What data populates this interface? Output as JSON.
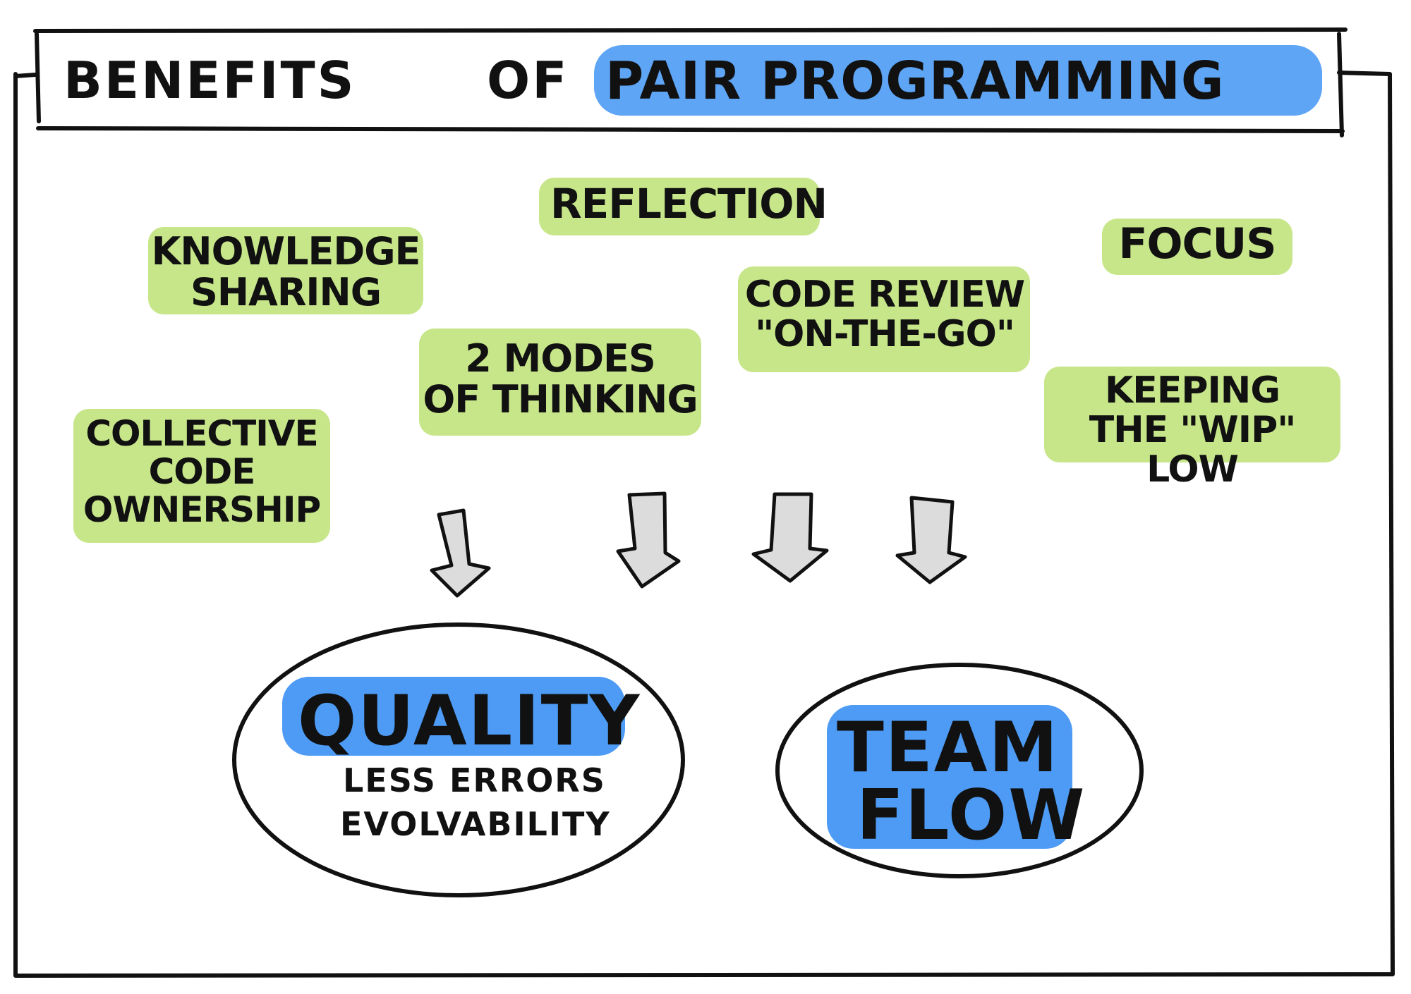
{
  "title": {
    "prefix": "BENEFITS",
    "of": "OF",
    "highlight": "PAIR PROGRAMMING"
  },
  "benefits": [
    {
      "id": "reflection",
      "text": "REFLECTION"
    },
    {
      "id": "knowledge-sharing",
      "text": "KNOWLEDGE\nSHARING"
    },
    {
      "id": "focus",
      "text": "FOCUS"
    },
    {
      "id": "code-review",
      "text": "CODE REVIEW\n\"ON-THE-GO\""
    },
    {
      "id": "two-modes",
      "text": "2 MODES\nOF THINKING"
    },
    {
      "id": "collective-ownership",
      "text": "COLLECTIVE\nCODE\nOWNERSHIP"
    },
    {
      "id": "keeping-wip-low",
      "text": "KEEPING\nTHE \"WIP\" LOW"
    }
  ],
  "outcomes": {
    "quality": {
      "title": "QUALITY",
      "line1": "LESS ERRORS",
      "line2": "EVOLVABILITY"
    },
    "team_flow": {
      "line1": "TEAM",
      "line2": "FLOW"
    }
  },
  "colors": {
    "green_highlight": "#c7e68a",
    "blue_highlight": "#4d9bf5",
    "arrow_fill": "#dcdcdc",
    "ink": "#111111"
  }
}
